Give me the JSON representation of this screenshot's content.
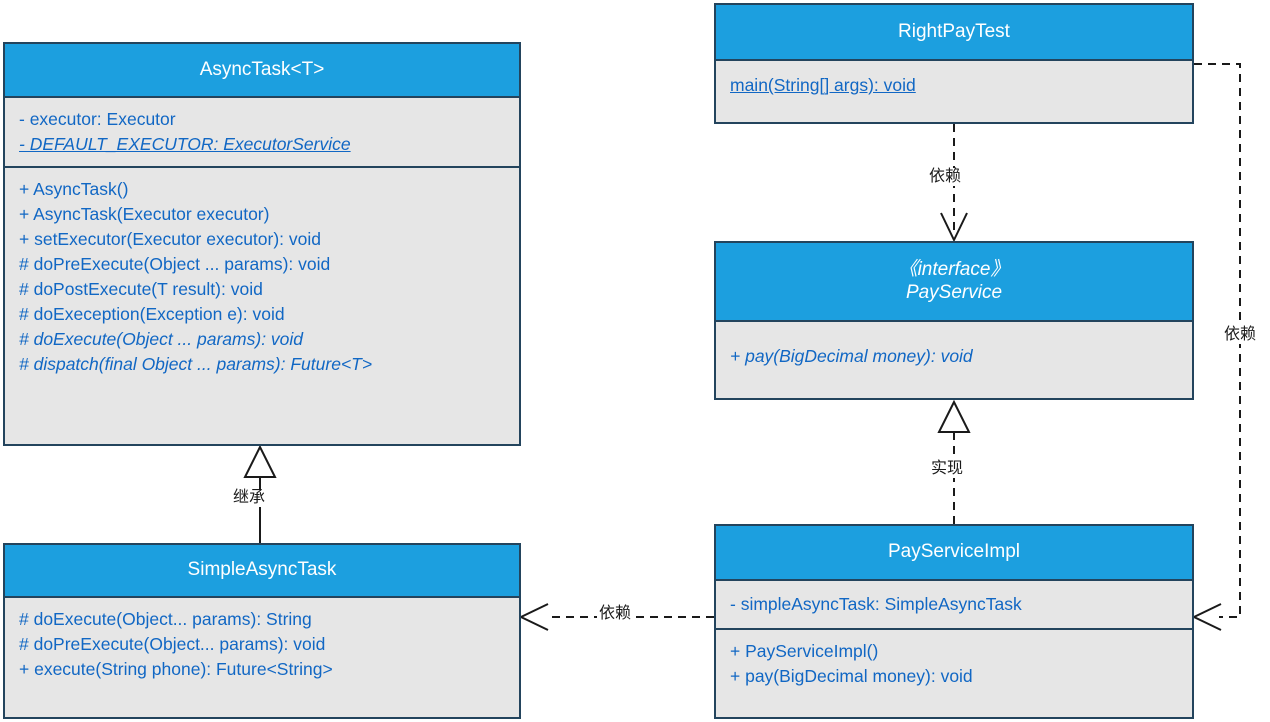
{
  "diagram": {
    "title": "UML Class Diagram",
    "colors": {
      "header_fill": "#1c9fdf",
      "body_fill": "#e6e6e6",
      "border": "#23445d",
      "member_text": "#1167c4",
      "header_text": "#ffffff",
      "edge": "#1a1a1a"
    }
  },
  "classes": {
    "async_task": {
      "name": "AsyncTask<T>",
      "attributes": [
        {
          "text": "- executor: Executor",
          "italic": false,
          "underline": false
        },
        {
          "text": "- DEFAULT_EXECUTOR: ExecutorService",
          "italic": true,
          "underline": true
        }
      ],
      "methods": [
        {
          "text": "+ AsyncTask()",
          "italic": false,
          "underline": false
        },
        {
          "text": "+ AsyncTask(Executor executor)",
          "italic": false,
          "underline": false
        },
        {
          "text": "+ setExecutor(Executor executor): void",
          "italic": false,
          "underline": false
        },
        {
          "text": "# doPreExecute(Object ... params): void",
          "italic": false,
          "underline": false
        },
        {
          "text": "# doPostExecute(T result): void",
          "italic": false,
          "underline": false
        },
        {
          "text": "# doExeception(Exception e): void",
          "italic": false,
          "underline": false
        },
        {
          "text": "# doExecute(Object ... params): void",
          "italic": true,
          "underline": false
        },
        {
          "text": "# dispatch(final Object ... params): Future<T>",
          "italic": true,
          "underline": false
        }
      ]
    },
    "simple_async_task": {
      "name": "SimpleAsyncTask",
      "methods": [
        {
          "text": "# doExecute(Object... params): String",
          "italic": false,
          "underline": false
        },
        {
          "text": "# doPreExecute(Object... params): void",
          "italic": false,
          "underline": false
        },
        {
          "text": "+ execute(String phone): Future<String>",
          "italic": false,
          "underline": false
        }
      ]
    },
    "right_pay_test": {
      "name": "RightPayTest",
      "methods": [
        {
          "text": "main(String[] args): void",
          "italic": false,
          "underline": true
        }
      ]
    },
    "pay_service": {
      "stereotype": "《interface》",
      "name": "PayService",
      "methods": [
        {
          "text": "+ pay(BigDecimal money): void",
          "italic": true,
          "underline": false
        }
      ]
    },
    "pay_service_impl": {
      "name": "PayServiceImpl",
      "attributes": [
        {
          "text": "- simpleAsyncTask: SimpleAsyncTask",
          "italic": false,
          "underline": false
        }
      ],
      "methods": [
        {
          "text": "+ PayServiceImpl()",
          "italic": false,
          "underline": false
        },
        {
          "text": "+ pay(BigDecimal money): void",
          "italic": false,
          "underline": false
        }
      ]
    }
  },
  "relations": {
    "inheritance_simple_to_async": {
      "label": "继承",
      "type": "generalization"
    },
    "dependency_test_to_service": {
      "label": "依赖",
      "type": "dependency"
    },
    "realization_impl_to_service": {
      "label": "实现",
      "type": "realization"
    },
    "dependency_impl_to_simple": {
      "label": "依赖",
      "type": "dependency"
    },
    "dependency_test_to_impl": {
      "label": "依赖",
      "type": "dependency"
    }
  }
}
